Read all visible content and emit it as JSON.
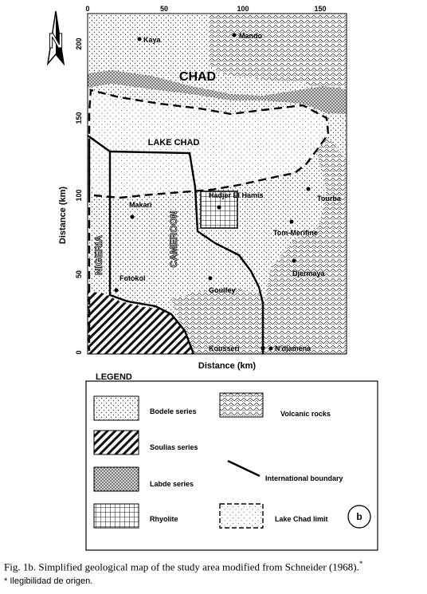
{
  "map": {
    "north_symbol": "N",
    "x_ticks": [
      "0",
      "50",
      "100",
      "150"
    ],
    "y_ticks": [
      "200",
      "150",
      "100",
      "50",
      "0"
    ],
    "x_axis_label": "Distance (km)",
    "y_axis_label": "Distance (km)",
    "region_label": "CHAD",
    "lake_label": "LAKE CHAD",
    "country_labels": {
      "nigeria": "NIGERIA",
      "cameroon": "CAMEROON"
    },
    "towns": [
      {
        "name": "Kaya"
      },
      {
        "name": "Mando"
      },
      {
        "name": "Makari"
      },
      {
        "name": "Hadjer El Hamis"
      },
      {
        "name": "Tourba"
      },
      {
        "name": "Tom-Merifine"
      },
      {
        "name": "Djermaya"
      },
      {
        "name": "Fotokol"
      },
      {
        "name": "Goulfey"
      },
      {
        "name": "Kousseri"
      },
      {
        "name": "N'djamena"
      }
    ]
  },
  "legend": {
    "title": "LEGEND",
    "items": [
      {
        "label": "Bodele series",
        "pattern": "bodele"
      },
      {
        "label": "Volcanic rocks",
        "pattern": "volcanic"
      },
      {
        "label": "Soulias series",
        "pattern": "soulias"
      },
      {
        "label": "International boundary",
        "pattern": "boundary"
      },
      {
        "label": "Labde series",
        "pattern": "labde"
      },
      {
        "label": "Rhyolite",
        "pattern": "rhyolite"
      },
      {
        "label": "Lake Chad limit",
        "pattern": "lake-limit"
      }
    ],
    "panel_letter": "b"
  },
  "caption": {
    "text": "Fig. 1b. Simplified geological map of the study area modified from Schneider (1968).",
    "marker": "*"
  },
  "note": "* Ilegibilidad de origen."
}
